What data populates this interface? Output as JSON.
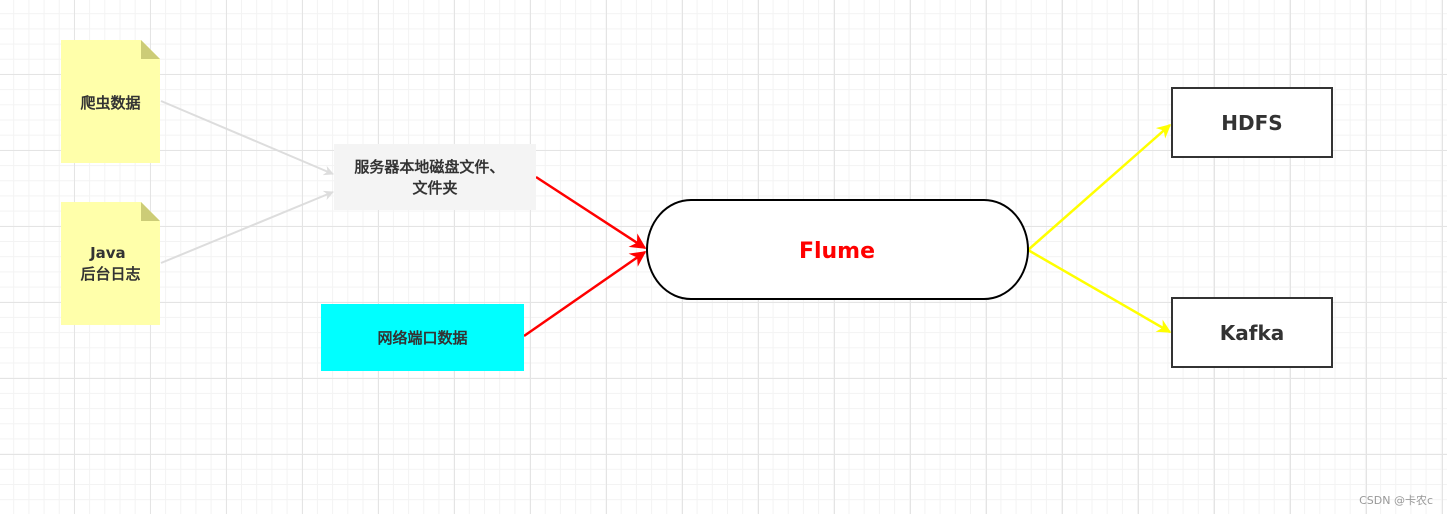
{
  "nodes": {
    "crawler": {
      "lines": [
        "爬虫数据"
      ]
    },
    "java_log": {
      "lines": [
        "Java",
        "后台日志"
      ]
    },
    "local_disk": {
      "lines": [
        "服务器本地磁盘文件、",
        "文件夹"
      ]
    },
    "network_port": {
      "lines": [
        "网络端口数据"
      ]
    },
    "flume": {
      "lines": [
        "Flume"
      ]
    },
    "hdfs": {
      "lines": [
        "HDFS"
      ]
    },
    "kafka": {
      "lines": [
        "Kafka"
      ]
    }
  },
  "watermark": "CSDN @卡农c",
  "colors": {
    "note_fill": "#ffffaa",
    "note_fold": "#cccc77",
    "disk_fill": "#f4f4f4",
    "port_fill": "#00ffff",
    "flume_text": "#ff0000",
    "text": "#333333",
    "edge_gray": "#dddddd",
    "edge_red": "#ff0000",
    "edge_yellow": "#ffff00"
  }
}
